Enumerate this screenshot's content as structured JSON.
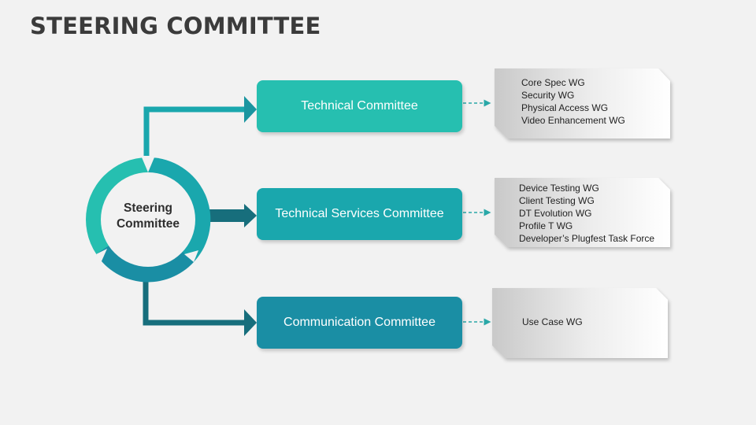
{
  "title": "STEERING COMMITTEE",
  "hub": {
    "line1": "Steering",
    "line2": "Committee"
  },
  "committees": [
    {
      "label": "Technical Committee",
      "items": [
        "Core Spec WG",
        "Security WG",
        "Physical Access WG",
        "Video Enhancement WG"
      ]
    },
    {
      "label": "Technical Services Committee",
      "items": [
        "Device Testing WG",
        "Client Testing WG",
        "DT Evolution WG",
        "Profile T WG",
        "Developer’s Plugfest Task Force"
      ]
    },
    {
      "label": "Communication Committee",
      "items": [
        "Use Case WG"
      ]
    }
  ],
  "colors": {
    "teal_light": "#26bfb0",
    "teal_mid": "#1aa7ad",
    "teal_dark": "#1a8ea4",
    "arrow_dark": "#176e7c",
    "card_grey": "#d3d3d3"
  }
}
